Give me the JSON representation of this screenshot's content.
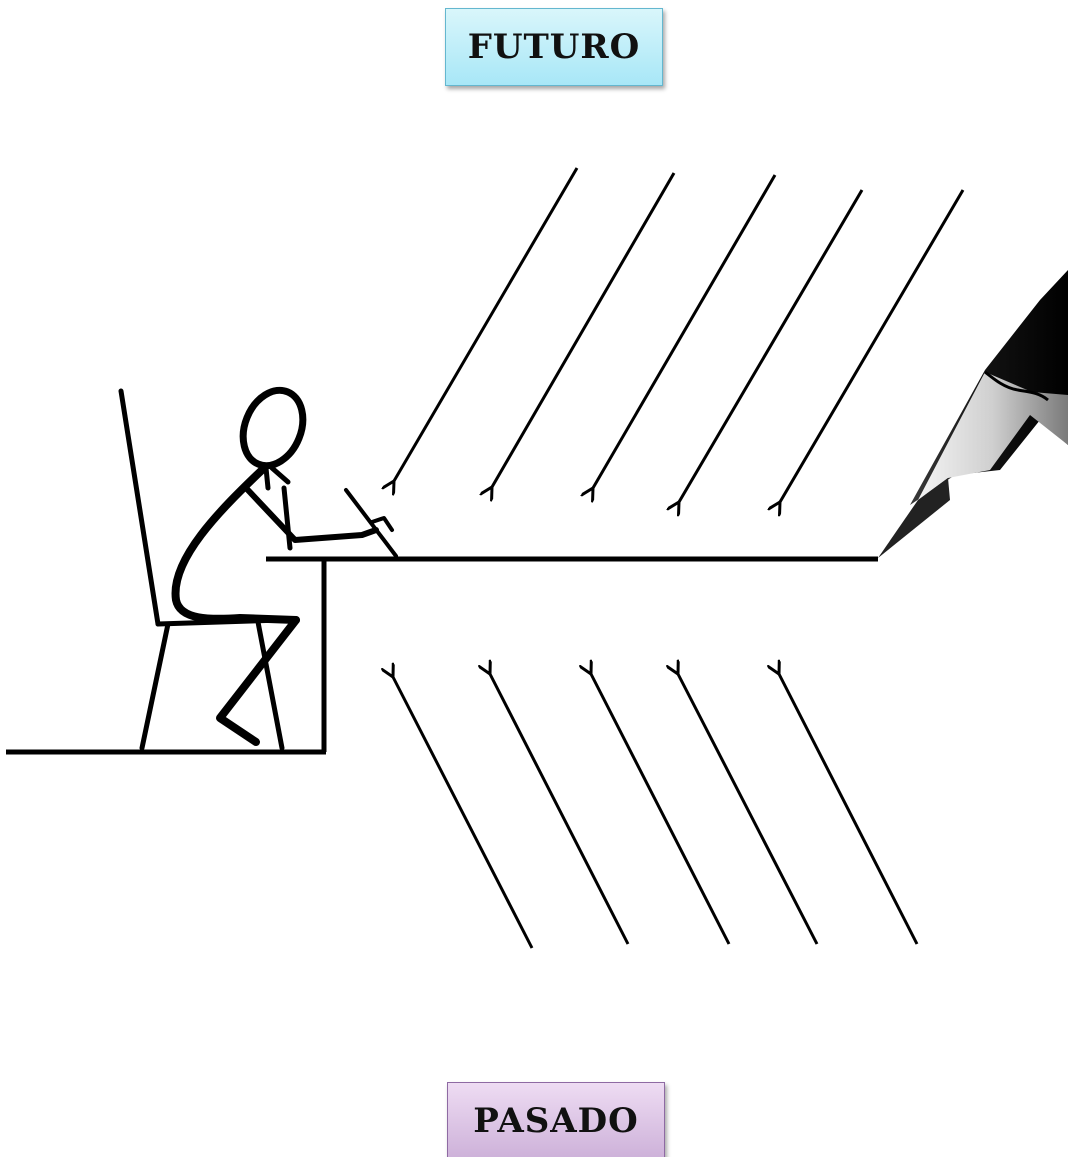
{
  "labels": {
    "future": "FUTURO",
    "past": "PASADO"
  },
  "colors": {
    "future_box": "#bdeefa",
    "past_box": "#dcc6e6",
    "ink": "#000000"
  },
  "icons": {
    "figure": "stick-figure-writing",
    "pencil": "pencil-icon",
    "arrows_down": "arrow-down-left-icon",
    "arrows_up": "arrow-up-left-icon"
  }
}
